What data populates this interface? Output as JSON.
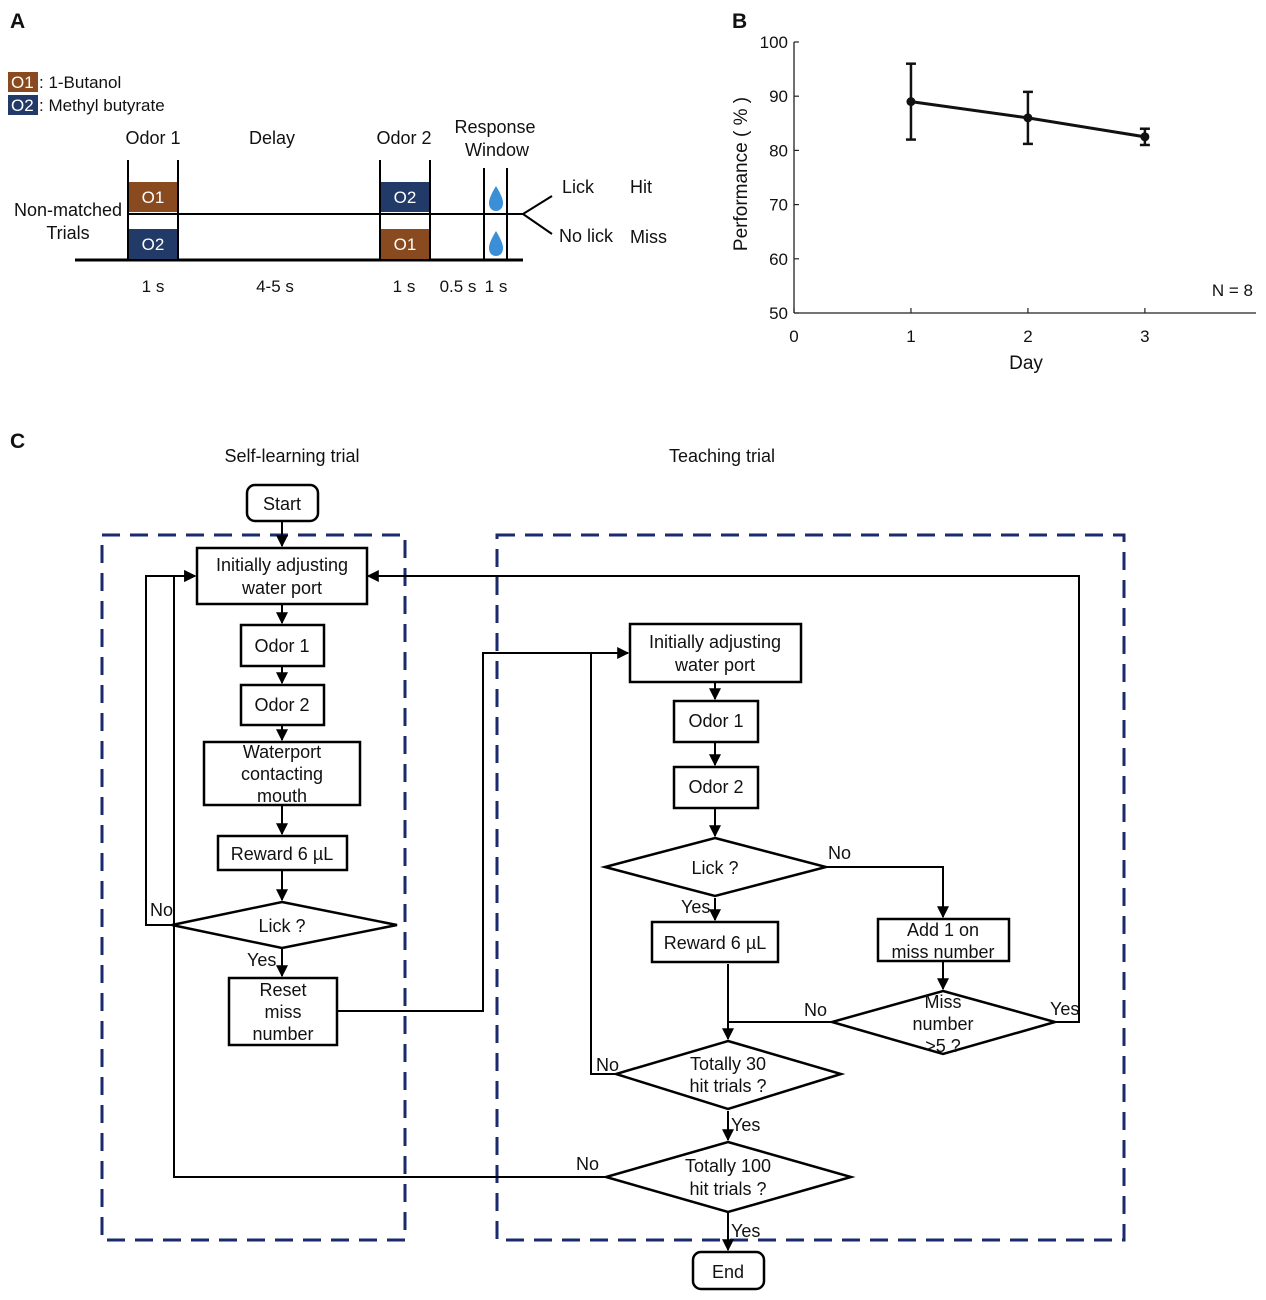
{
  "panels": {
    "a": "A",
    "b": "B",
    "c": "C"
  },
  "colors": {
    "o1": "#8a4a1f",
    "o2": "#223a68",
    "drop": "#3a8fd6",
    "dashed_box": "#1a2a6c"
  },
  "panel_a": {
    "legend": [
      {
        "code": "O1",
        "label": ": 1-Butanol"
      },
      {
        "code": "O2",
        "label": ": Methyl butyrate"
      }
    ],
    "headers": {
      "odor1": "Odor 1",
      "delay": "Delay",
      "odor2": "Odor 2",
      "response_line1": "Response",
      "response_line2": "Window"
    },
    "trial_label_line1": "Non-matched",
    "trial_label_line2": "Trials",
    "blocks": {
      "first_top": "O1",
      "first_bottom": "O2",
      "second_top": "O2",
      "second_bottom": "O1"
    },
    "outcomes": {
      "lick": "Lick",
      "hit": "Hit",
      "no_lick": "No lick",
      "miss": "Miss"
    },
    "durations": {
      "odor1": "1 s",
      "delay": "4-5 s",
      "odor2": "1 s",
      "gap": "0.5 s",
      "window": "1 s"
    }
  },
  "chart_data": {
    "type": "line",
    "x": [
      1,
      2,
      3
    ],
    "y": [
      89,
      86,
      82.5
    ],
    "yerr": [
      7,
      4.8,
      1.5
    ],
    "xlim": [
      0,
      3.95
    ],
    "ylim": [
      50,
      100
    ],
    "xticks": [
      "0",
      "1",
      "2",
      "3"
    ],
    "yticks": [
      "50",
      "60",
      "70",
      "80",
      "90",
      "100"
    ],
    "xlabel": "Day",
    "ylabel": "Performance ( % )",
    "annotation": "N = 8"
  },
  "panel_c": {
    "titles": {
      "self": "Self-learning trial",
      "teach": "Teaching trial"
    },
    "start": "Start",
    "end": "End",
    "self": {
      "adjust_line1": "Initially adjusting",
      "adjust_line2": "water port",
      "odor1": "Odor 1",
      "odor2": "Odor 2",
      "waterport_line1": "Waterport",
      "waterport_line2": "contacting",
      "waterport_line3": "mouth",
      "reward": "Reward 6 µL",
      "lick": "Lick ?",
      "reset_line1": "Reset",
      "reset_line2": "miss",
      "reset_line3": "number",
      "no": "No",
      "yes": "Yes"
    },
    "teach": {
      "adjust_line1": "Initially adjusting",
      "adjust_line2": "water port",
      "odor1": "Odor 1",
      "odor2": "Odor 2",
      "lick": "Lick ?",
      "reward": "Reward 6 µL",
      "add_line1": "Add 1 on",
      "add_line2": "miss number",
      "miss_line1": "Miss",
      "miss_line2": "number",
      "miss_line3": ">5 ?",
      "hit30_line1": "Totally 30",
      "hit30_line2": "hit trials ?",
      "hit100_line1": "Totally 100",
      "hit100_line2": "hit trials ?",
      "no_lick": "No",
      "yes_lick": "Yes",
      "no_miss": "No",
      "yes_miss": "Yes",
      "no_30": "No",
      "yes_30": "Yes",
      "no_100": "No",
      "yes_100": "Yes"
    }
  }
}
